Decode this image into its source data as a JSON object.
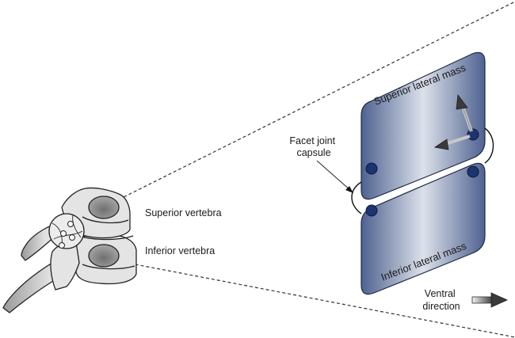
{
  "diagram": {
    "labels": {
      "superior_vertebra": "Superior vertebra",
      "inferior_vertebra": "Inferior vertebra",
      "facet_joint_capsule_line1": "Facet joint",
      "facet_joint_capsule_line2": "capsule",
      "superior_lateral_mass": "Superior lateral mass",
      "inferior_lateral_mass": "Inferior lateral mass",
      "ventral_line1": "Ventral",
      "ventral_line2": "direction"
    },
    "icons": {
      "ventral_arrow": "right-arrow-icon",
      "motion_arrows": "axis-arrows-icon"
    },
    "colors": {
      "lateral_mass_edge": "#4a5f8a",
      "lateral_mass_center": "#dfe3ec",
      "marker_dot": "#1c3470",
      "bone_fill": "#e6e6e6",
      "bone_shadow": "#8a8a8a",
      "outline": "#222222"
    }
  }
}
